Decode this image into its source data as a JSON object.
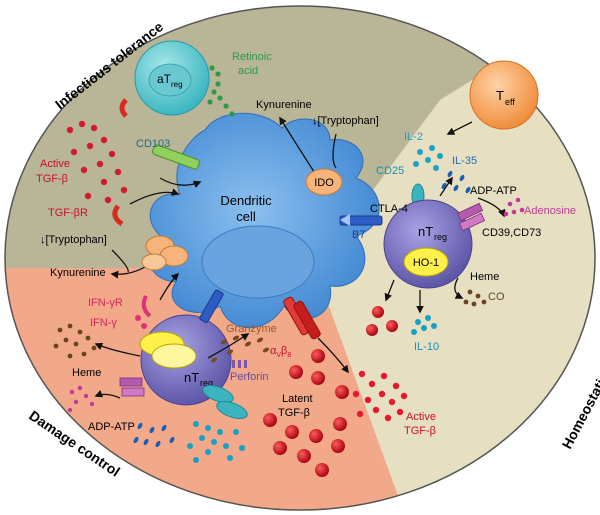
{
  "sections": {
    "infectious_tolerance": "Infectious tolerance",
    "damage_control": "Damage control",
    "homeostatic_control": "Homeostatic control"
  },
  "labels": {
    "dendritic_cell_1": "Dendritic",
    "dendritic_cell_2": "cell",
    "atreg_main": "aT",
    "atreg_sub": "reg",
    "retinoic_1": "Retinoic",
    "retinoic_2": "acid",
    "cd103": "CD103",
    "active_tgfb_1_a": "Active",
    "active_tgfb_1_b": "TGF-β",
    "tgfbr": "TGF-βR",
    "kynurenine_top": "Kynurenine",
    "tryptophan_top": "↓[Tryptophan]",
    "ido": "IDO",
    "teff_main": "T",
    "teff_sub": "eff",
    "il2": "IL-2",
    "il35": "IL-35",
    "cd25": "CD25",
    "adp_atp_right": "ADP-ATP",
    "adenosine": "Adenosine",
    "ctla4": "CTLA-4",
    "b7": "B7",
    "ntreg_main": "nT",
    "ntreg_sub": "reg",
    "cd39": "CD39,CD73",
    "ho1": "HO-1",
    "heme_right": "Heme",
    "co": "CO",
    "il10": "IL-10",
    "tryptophan_left": "↓[Tryptophan]",
    "kynurenine_left": "Kynurenine",
    "ifngr": "IFN-γR",
    "ifng": "IFN-γ",
    "granzyme": "Granzyme",
    "perforin": "Perforin",
    "avb8_main": "α",
    "avb8_sub1": "V",
    "avb8_b": "β",
    "avb8_sub2": "8",
    "heme_left": "Heme",
    "adp_atp_left": "ADP-ATP",
    "latent_tgfb_1": "Latent",
    "latent_tgfb_2": "TGF-β",
    "active_tgfb_2_a": "Active",
    "active_tgfb_2_b": "TGF-β"
  },
  "colors": {
    "tgfb_red": "#c8102e",
    "il2_cyan": "#1aa3c8",
    "retinoic_green": "#2e9a48",
    "adenosine_magenta": "#c23a96",
    "co_brown": "#6b4423",
    "ifng_pink": "#e0307a",
    "treg_purple": "#7f77c4",
    "dc_blue": "#4a8fd6"
  }
}
